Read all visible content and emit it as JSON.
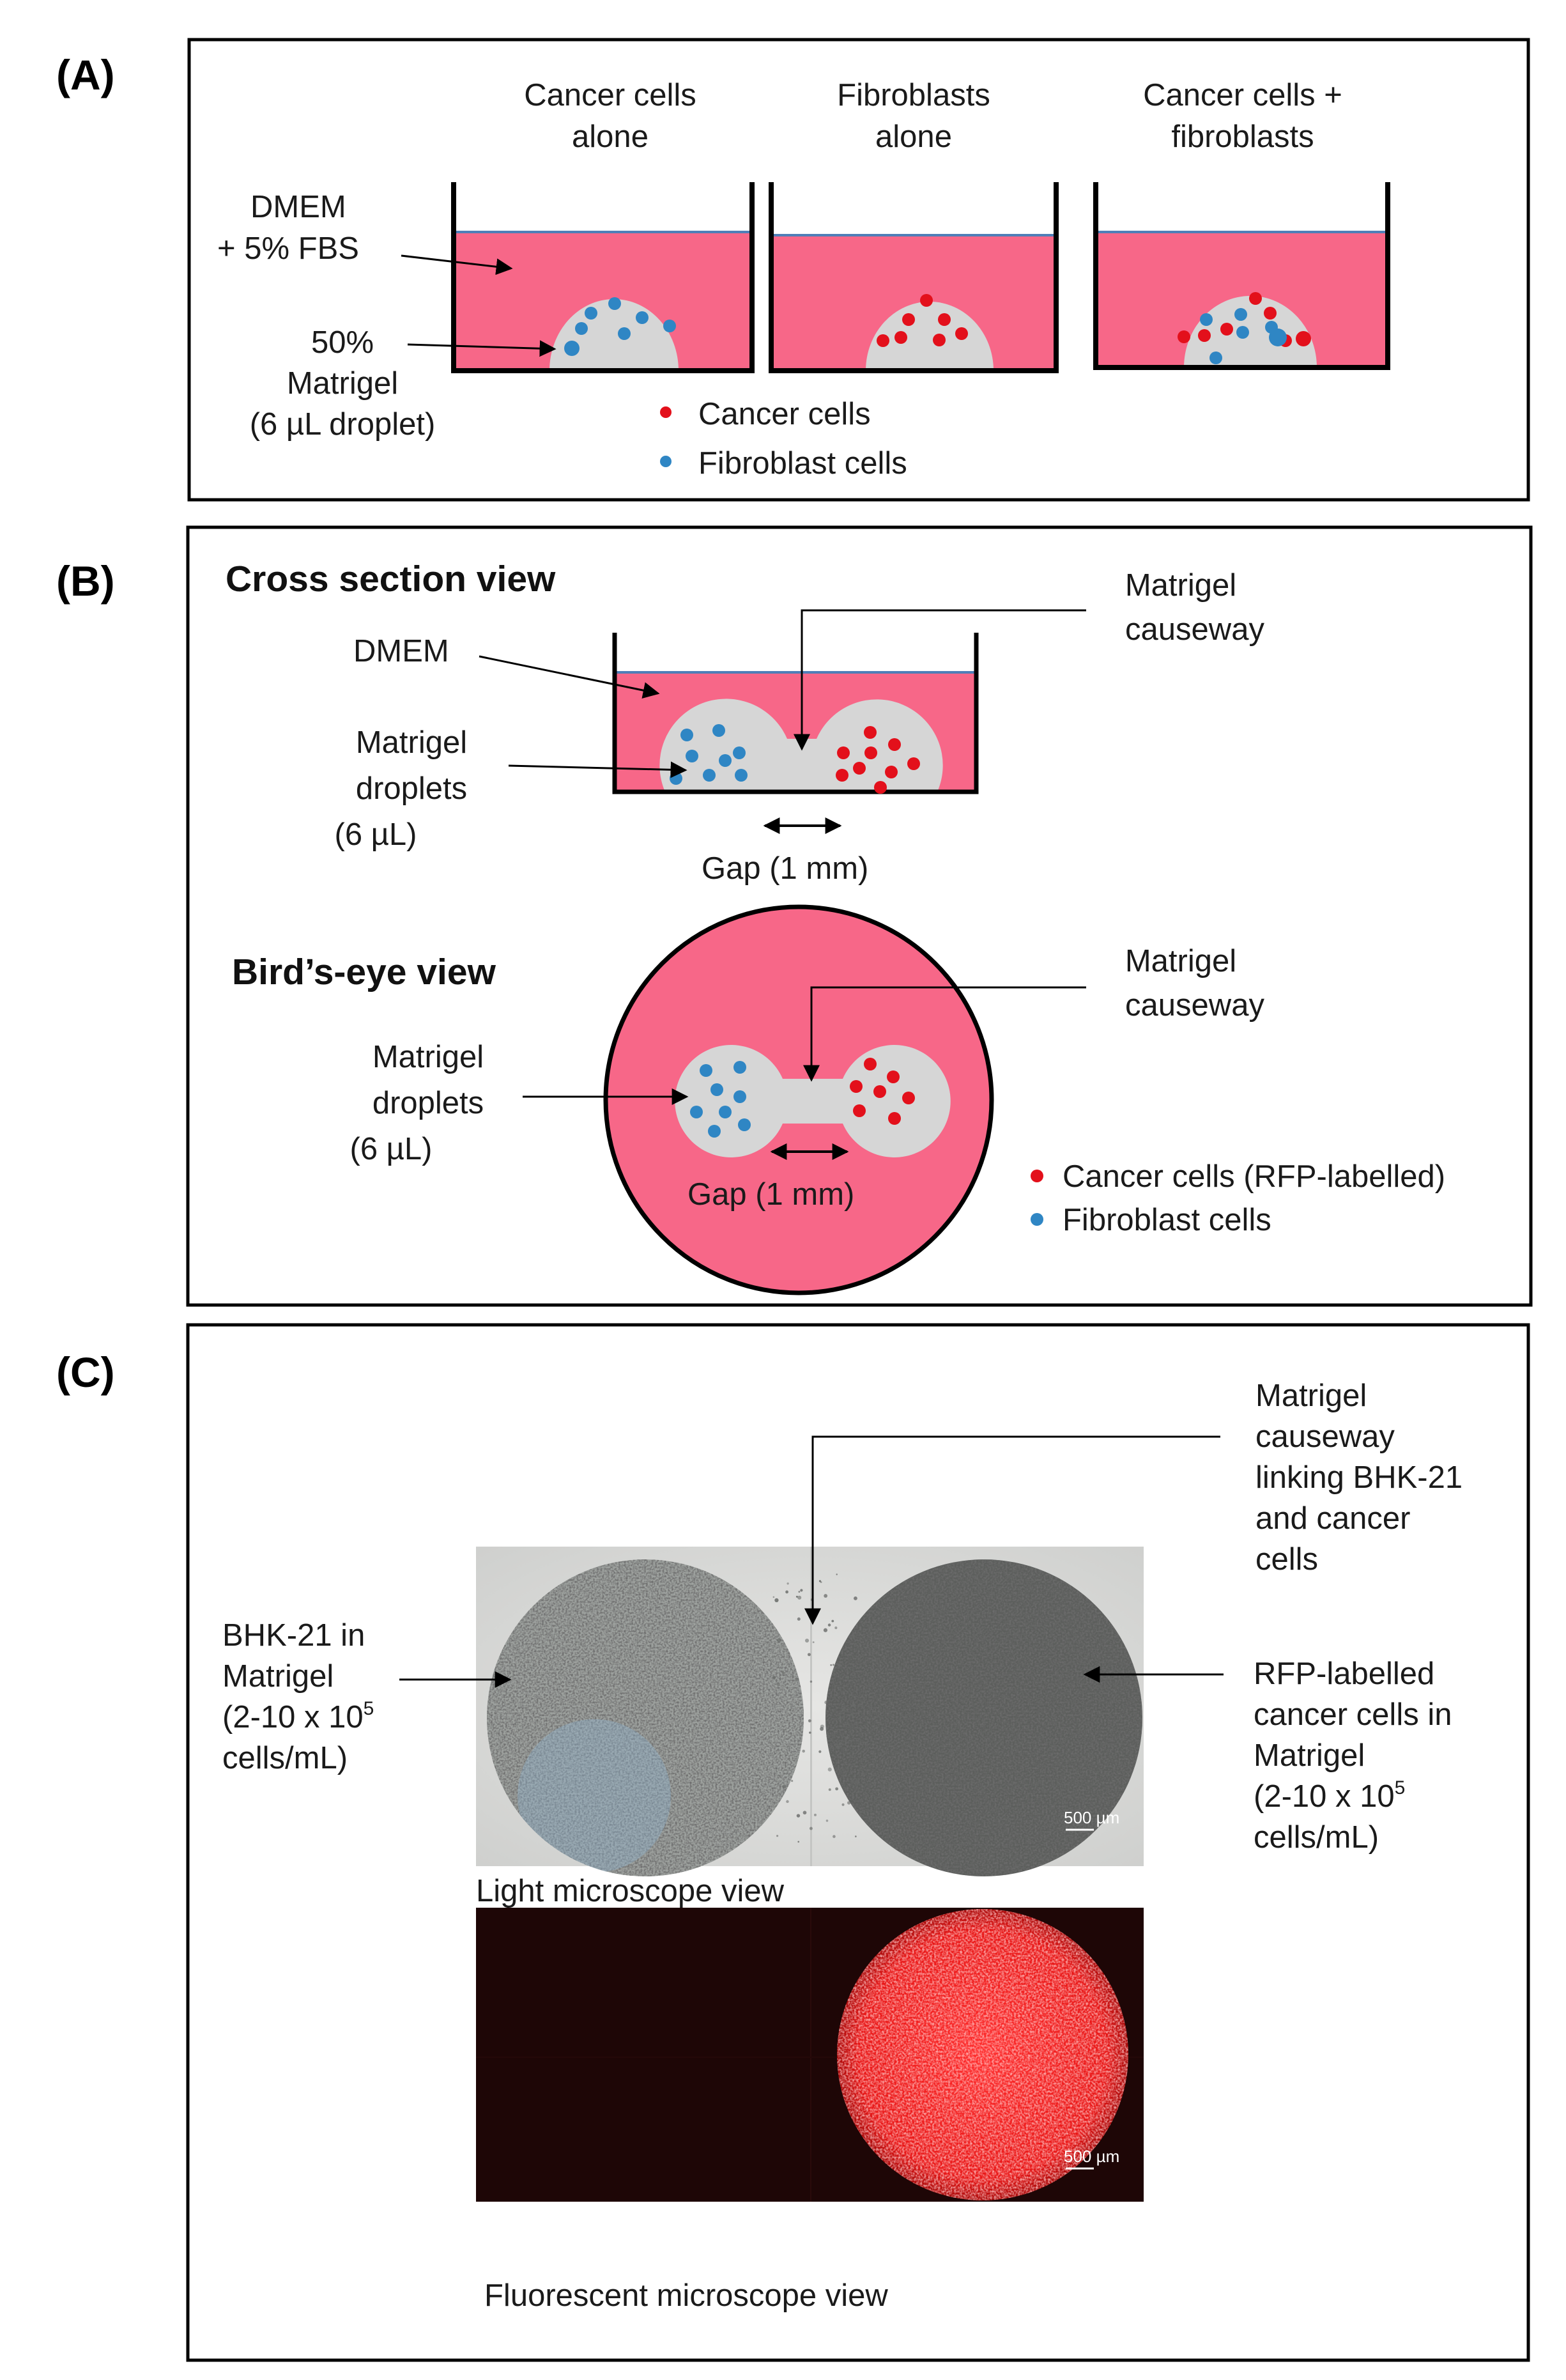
{
  "colors": {
    "media": "#f76788",
    "matrigel": "#d6d6d6",
    "media_line": "#4f7fb8",
    "cancer_dot": "#e3101b",
    "fibro_dot": "#2f86c4",
    "outline": "#000000",
    "fluor_bg": "#1e0606",
    "fluor_red": "#ff2222"
  },
  "panelA": {
    "letter": "(A)",
    "well1_title": [
      "Cancer cells",
      "alone"
    ],
    "well2_title": [
      "Fibroblasts",
      "alone"
    ],
    "well3_title": [
      "Cancer cells +",
      "fibroblasts"
    ],
    "media_label": [
      "DMEM",
      "+ 5% FBS"
    ],
    "matrigel_label": [
      "50%",
      "Matrigel",
      "(6 µL droplet)"
    ],
    "legend_cancer": "Cancer cells",
    "legend_fibro": "Fibroblast cells"
  },
  "panelB": {
    "letter": "(B)",
    "cross_title": "Cross section view",
    "dmem_label": "DMEM",
    "droplets_label_1": [
      "Matrigel",
      "droplets",
      "(6 µL)"
    ],
    "causeway_label_1": [
      "Matrigel",
      "causeway"
    ],
    "gap_label_1": "Gap (1 mm)",
    "birdseye_title": "Bird’s-eye view",
    "droplets_label_2": [
      "Matrigel",
      "droplets",
      "(6 µL)"
    ],
    "causeway_label_2": [
      "Matrigel",
      "causeway"
    ],
    "gap_label_2": "Gap (1 mm)",
    "legend_cancer": "Cancer cells (RFP-labelled)",
    "legend_fibro": "Fibroblast cells"
  },
  "panelC": {
    "letter": "(C)",
    "causeway_label": [
      "Matrigel",
      "causeway",
      "linking BHK-21",
      "and cancer",
      "cells"
    ],
    "bhk_label": [
      "BHK-21 in",
      "Matrigel",
      "(2-10 x 10",
      "5",
      "cells/mL)"
    ],
    "rfp_label": [
      "RFP-labelled",
      "cancer cells in",
      "Matrigel",
      "(2-10 x 10",
      "5",
      "cells/mL)"
    ],
    "light_caption": "Light microscope view",
    "fluor_caption": "Fluorescent microscope view",
    "scale_bar": "500 µm"
  }
}
